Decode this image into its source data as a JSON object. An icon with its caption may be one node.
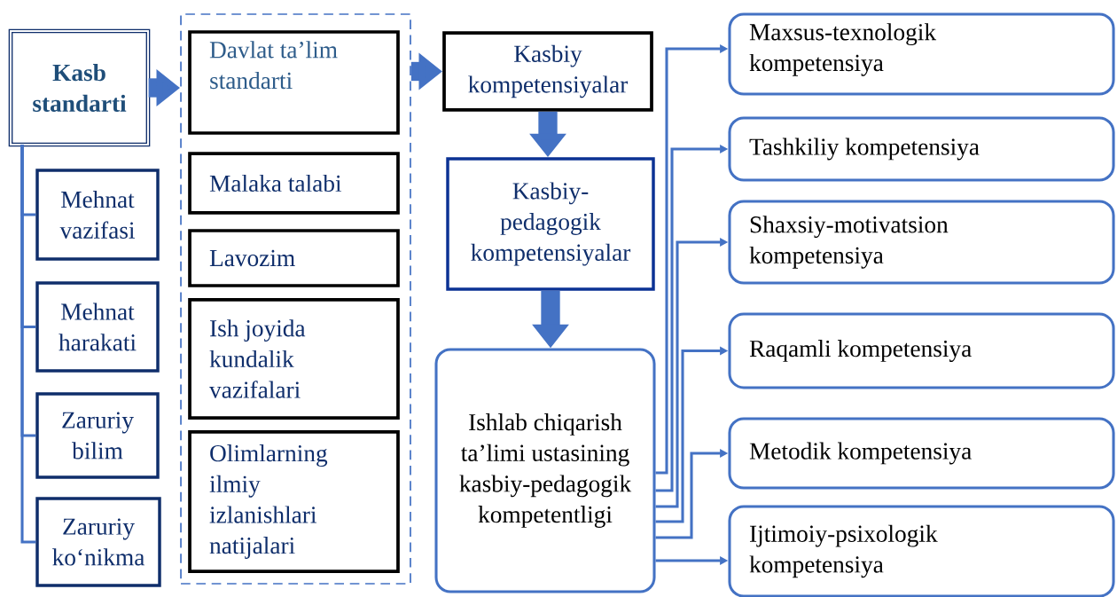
{
  "diagram": {
    "nodes": [
      {
        "text": [
          "Kasb standarti"
        ]
      },
      {
        "text": [
          "Mehnat vazifasi"
        ]
      },
      {
        "text": [
          "Mehnat harakati"
        ]
      },
      {
        "text": [
          "Zaruriy bilim"
        ]
      },
      {
        "text": [
          "Zaruriy ko‘nikma"
        ]
      },
      {
        "text": [],
        "shape": "box"
      },
      {
        "text": [
          "Davlat ta’lim standarti"
        ],
        "in": 5
      },
      {
        "text": [
          "Malaka talabi"
        ],
        "in": 5
      },
      {
        "text": [
          "Lavozim"
        ],
        "in": 5
      },
      {
        "text": [
          "Ish joyida kundalik vazifalari"
        ],
        "in": 5
      },
      {
        "text": [
          "Olimlarning ilmiy izlanishlari natijalari"
        ],
        "in": 5
      },
      {
        "text": [
          "Kasbiy kompetensiyalar"
        ]
      },
      {
        "text": [
          "Kasbiy-pedagogik kompetensiyalar"
        ]
      },
      {
        "text": [
          "Ishlab chiqarish ta’limi ustasining kasbiy-pedagogik kompetentligi"
        ]
      },
      {
        "text": [
          "Maxsus-texnologik kompetensiya"
        ]
      },
      {
        "text": [
          "Tashkiliy kompetensiya"
        ]
      },
      {
        "text": [
          "Shaxsiy-motivatsion kompetensiya"
        ]
      },
      {
        "text": [
          "Raqamli kompetensiya"
        ]
      },
      {
        "text": [
          "Metodik kompetensiya"
        ]
      },
      {
        "text": [
          "Ijtimoiy-psixologik kompetensiya"
        ]
      }
    ],
    "edges": [
      {
        "from": 0,
        "to": 5,
        "arrow": "to",
        "style": "thick"
      },
      {
        "from": 5,
        "to": 11,
        "arrow": "to",
        "style": "thick"
      },
      {
        "from": 11,
        "to": 12,
        "arrow": "to",
        "style": "thick"
      },
      {
        "from": 12,
        "to": 13,
        "arrow": "to",
        "style": "thick"
      },
      {
        "from": 0,
        "to": 1,
        "arrow": "none"
      },
      {
        "from": 0,
        "to": 2,
        "arrow": "none"
      },
      {
        "from": 0,
        "to": 3,
        "arrow": "none"
      },
      {
        "from": 0,
        "to": 4,
        "arrow": "none"
      },
      {
        "from": 13,
        "to": 14,
        "arrow": "to"
      },
      {
        "from": 13,
        "to": 15,
        "arrow": "to"
      },
      {
        "from": 13,
        "to": 16,
        "arrow": "to"
      },
      {
        "from": 13,
        "to": 17,
        "arrow": "to"
      },
      {
        "from": 13,
        "to": 18,
        "arrow": "to"
      },
      {
        "from": 13,
        "to": 19,
        "arrow": "to"
      }
    ]
  }
}
